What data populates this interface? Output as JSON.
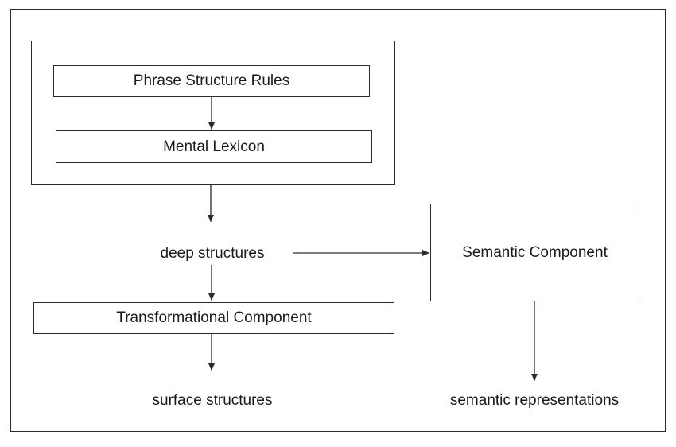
{
  "diagram": {
    "nodes": {
      "phrase_structure_rules": "Phrase Structure Rules",
      "mental_lexicon": "Mental Lexicon",
      "deep_structures": "deep structures",
      "semantic_component": "Semantic Component",
      "transformational_component": "Transformational Component",
      "surface_structures": "surface structures",
      "semantic_representations": "semantic representations"
    },
    "edges": [
      {
        "from": "phrase_structure_rules",
        "to": "mental_lexicon"
      },
      {
        "from": "grammar_group",
        "to": "deep_structures"
      },
      {
        "from": "deep_structures",
        "to": "semantic_component"
      },
      {
        "from": "deep_structures",
        "to": "transformational_component"
      },
      {
        "from": "transformational_component",
        "to": "surface_structures"
      },
      {
        "from": "semantic_component",
        "to": "semantic_representations"
      }
    ],
    "colors": {
      "line": "#2a2a2a",
      "background": "#ffffff"
    }
  }
}
